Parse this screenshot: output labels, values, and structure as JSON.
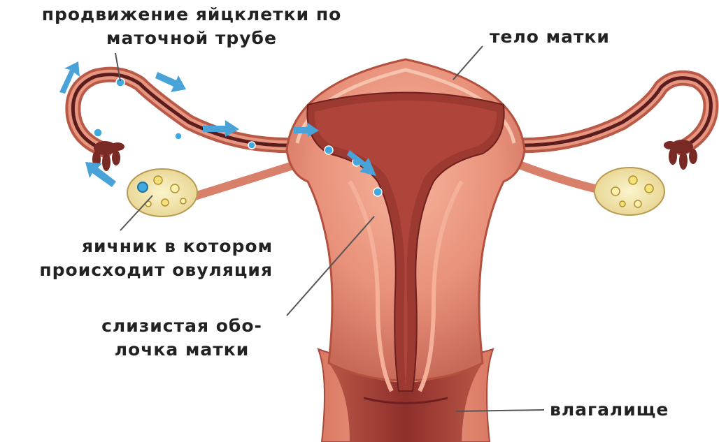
{
  "labels": {
    "egg_movement": [
      "продвижение яйцклетки по",
      "маточной трубе"
    ],
    "uterus_body": "тело матки",
    "ovary": [
      "яичник в котором",
      "происходит овуляция"
    ],
    "endometrium": [
      "слизистая обо-",
      "лочка матки"
    ],
    "vagina": "влагалище"
  },
  "colors": {
    "text": "#222222",
    "leader_line": "#555555",
    "tissue": "#e8937c",
    "tissue_dark": "#b4503e",
    "cavity": "#8c2f2a",
    "ovary": "#f2e8b0",
    "egg_cell": "#3fa9e0",
    "arrow": "#4aa3d8"
  }
}
